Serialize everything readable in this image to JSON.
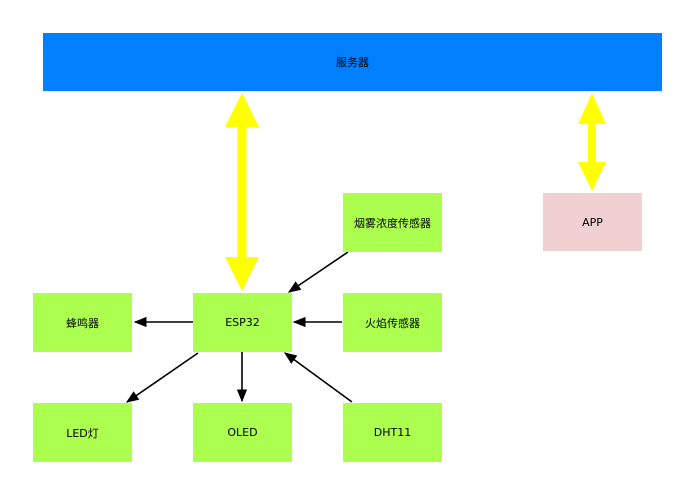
{
  "nodes": {
    "server": "服务器",
    "app": "APP",
    "smoke_sensor": "烟雾浓度传感器",
    "esp32": "ESP32",
    "buzzer": "蜂鸣器",
    "flame_sensor": "火焰传感器",
    "led": "LED灯",
    "oled": "OLED",
    "dht11": "DHT11"
  },
  "colors": {
    "server_fill": "#007FFF",
    "app_fill": "#F0D0D0",
    "module_fill": "#ADFF4F",
    "bidirectional_arrow": "#FFFF00",
    "signal_arrow": "#000000"
  },
  "edges": [
    {
      "from": "server",
      "to": "esp32",
      "style": "bidirectional"
    },
    {
      "from": "server",
      "to": "app",
      "style": "bidirectional"
    },
    {
      "from": "smoke_sensor",
      "to": "esp32",
      "style": "arrow"
    },
    {
      "from": "flame_sensor",
      "to": "esp32",
      "style": "arrow"
    },
    {
      "from": "dht11",
      "to": "esp32",
      "style": "arrow"
    },
    {
      "from": "esp32",
      "to": "buzzer",
      "style": "arrow"
    },
    {
      "from": "esp32",
      "to": "led",
      "style": "arrow"
    },
    {
      "from": "esp32",
      "to": "oled",
      "style": "arrow"
    }
  ]
}
